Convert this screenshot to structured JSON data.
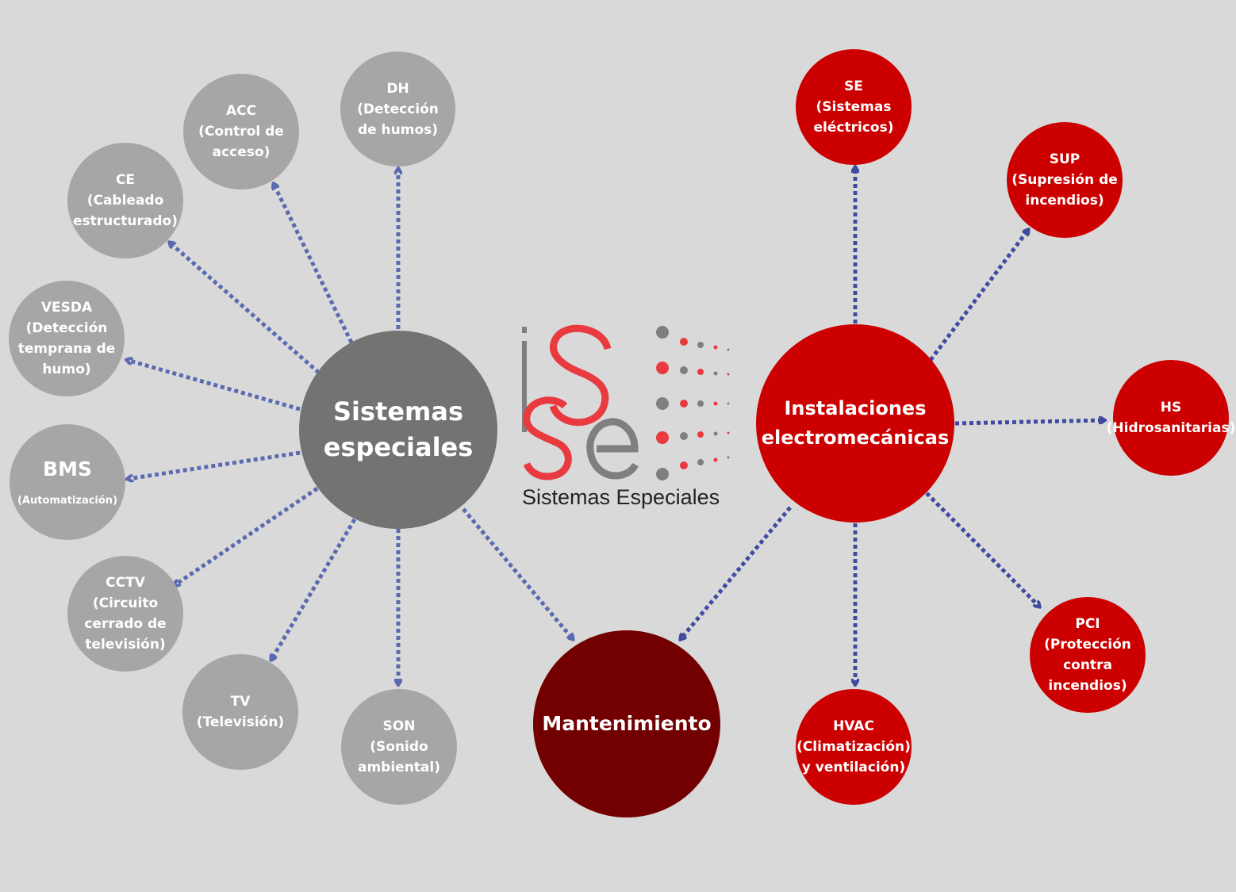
{
  "colors": {
    "background": "#d9d9d9",
    "gray_node": "#a6a6a6",
    "gray_hub": "#737373",
    "red_node": "#cc0000",
    "dark_red_node": "#730000",
    "arrow_gray_side": "#5b6ab0",
    "arrow_red_side": "#3f4aa0",
    "logo_gray": "#7f7f7f",
    "logo_red": "#e83a3f"
  },
  "logo": {
    "text": "Sistemas Especiales"
  },
  "hubs": {
    "sistemas": {
      "lines": [
        "Sistemas",
        "especiales"
      ]
    },
    "instalaciones": {
      "lines": [
        "Instalaciones",
        "electromecánicas"
      ]
    },
    "mantenimiento": {
      "lines": [
        "Mantenimiento"
      ]
    }
  },
  "gray_nodes": {
    "dh": {
      "lines": [
        "DH",
        "(Detección",
        "de humos)"
      ]
    },
    "acc": {
      "lines": [
        "ACC",
        "(Control de",
        "acceso)"
      ]
    },
    "ce": {
      "lines": [
        "CE",
        "(Cableado",
        "estructurado)"
      ]
    },
    "vesda": {
      "lines": [
        "VESDA",
        "(Detección",
        "temprana de",
        "humo)"
      ]
    },
    "bms": {
      "title": "BMS",
      "subtitle": "(Automatización)"
    },
    "cctv": {
      "lines": [
        "CCTV",
        "(Circuito",
        "cerrado de",
        "televisión)"
      ]
    },
    "tv": {
      "lines": [
        "TV",
        "(Televisión)"
      ]
    },
    "son": {
      "lines": [
        "SON",
        "(Sonido",
        "ambiental)"
      ]
    }
  },
  "red_nodes": {
    "se": {
      "lines": [
        "SE",
        "(Sistemas",
        "eléctricos)"
      ]
    },
    "sup": {
      "lines": [
        "SUP",
        "(Supresión de",
        "incendios)"
      ]
    },
    "hs": {
      "lines": [
        "HS",
        "(Hidrosanitarias)"
      ]
    },
    "pci": {
      "lines": [
        "PCI",
        "(Protección",
        "contra",
        "incendios)"
      ]
    },
    "hvac": {
      "lines": [
        "HVAC",
        "(Climatización)",
        "y ventilación)"
      ]
    }
  }
}
